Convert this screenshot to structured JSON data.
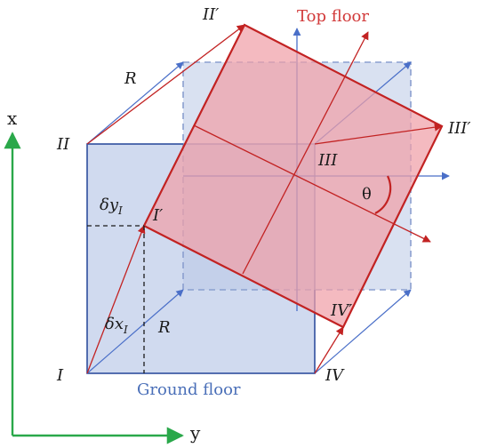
{
  "colors": {
    "ground_fill": "#c8d4ec",
    "ground_stroke": "#2f4f9e",
    "top_fill": "#f0a0a8",
    "top_stroke": "#c22222",
    "blue_arrow": "#4a6fc8",
    "red_arrow": "#c22222",
    "axis_green": "#2aa84a"
  },
  "labels": {
    "top_floor": "Top floor",
    "ground_floor": "Ground floor",
    "corner_I": "I",
    "corner_II": "II",
    "corner_III": "III",
    "corner_IV": "IV",
    "corner_I_prime": "I′",
    "corner_II_prime": "II′",
    "corner_III_prime": "III′",
    "corner_IV_prime": "IV′",
    "R_top": "R",
    "R_bottom": "R",
    "delta_x": "δx",
    "delta_x_sub": "I",
    "delta_y": "δy",
    "delta_y_sub": "I",
    "theta": "θ",
    "axis_x": "x",
    "axis_y": "y"
  }
}
